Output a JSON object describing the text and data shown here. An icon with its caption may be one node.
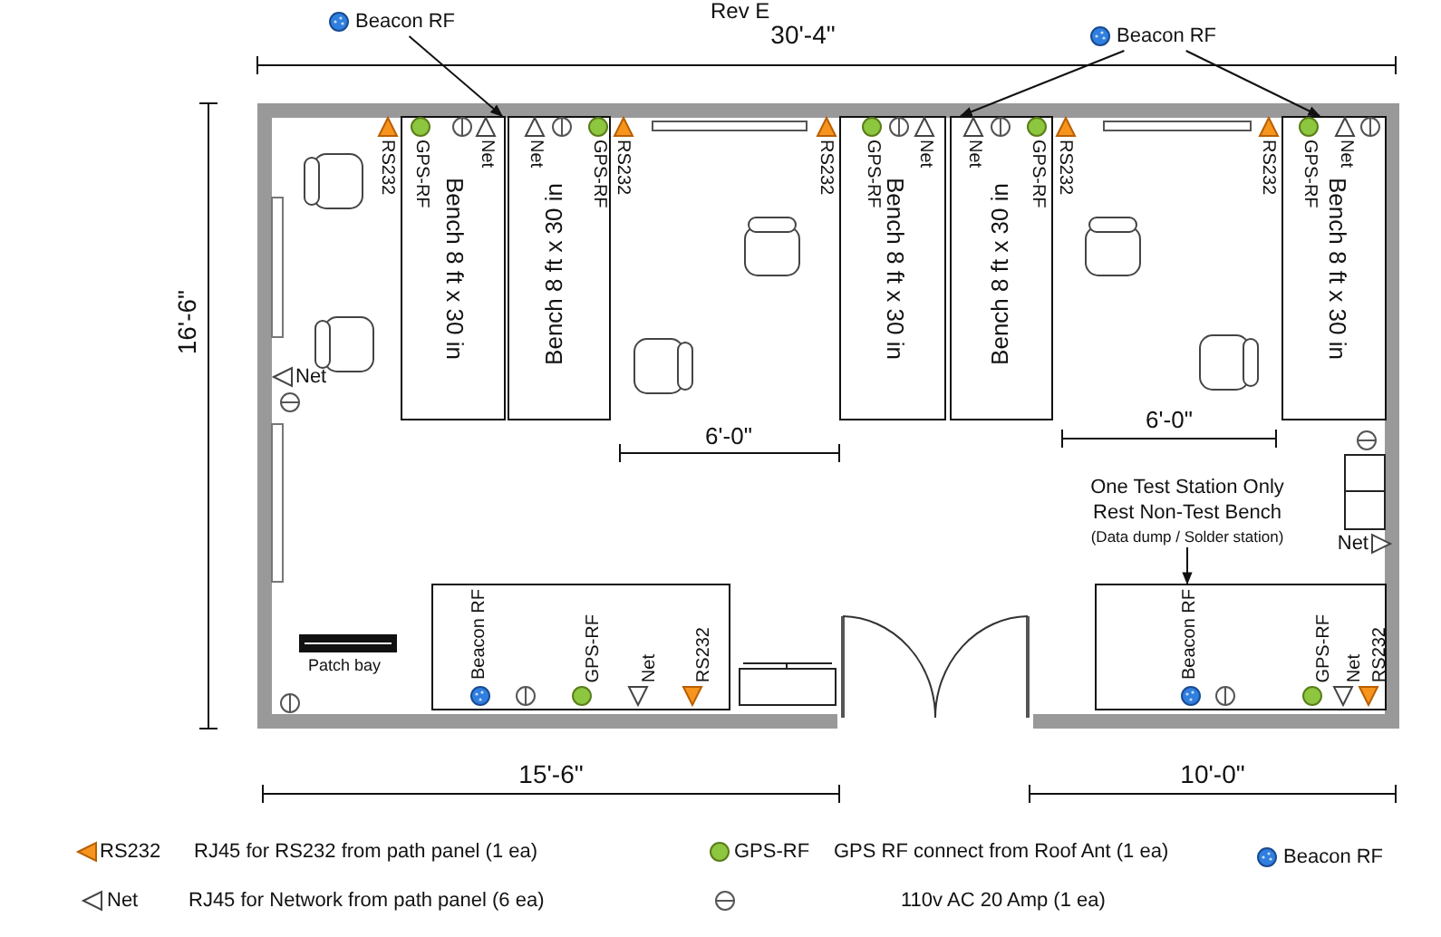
{
  "diagram": {
    "nodes": [
      {
        "text": [
          "Beacon RF"
        ]
      },
      {
        "text": [
          "Beacon RF"
        ]
      },
      {
        "text": [
          "GPS-RF",
          "Bench 8 ft x 30 in",
          "Net"
        ],
        "beside": [
          "RS232"
        ]
      },
      {
        "text": [
          "Net",
          "Bench 8 ft x 30 in",
          "GPS-RF"
        ],
        "beside": [
          "RS232"
        ]
      },
      {
        "text": [
          "GPS-RF",
          "Bench 8 ft x 30 in",
          "Net"
        ],
        "beside": [
          "RS232"
        ]
      },
      {
        "text": [
          "Net",
          "Bench 8 ft x 30 in",
          "GPS-RF"
        ],
        "beside": [
          "RS232"
        ]
      },
      {
        "text": [
          "GPS-RF",
          "Net",
          "Bench 8 ft x 30 in"
        ],
        "beside": [
          "RS232"
        ]
      },
      {
        "text": [
          "One Test Station Only Rest Non-Test Bench",
          "(Data dump / Solder station)"
        ]
      },
      {
        "text": [
          "Beacon RF",
          "GPS-RF",
          "Net",
          "RS232"
        ]
      },
      {
        "text": [
          "Beacon RF",
          "GPS-RF",
          "Net",
          "RS232"
        ]
      }
    ],
    "edges": [
      {
        "from": 0,
        "to": 2,
        "arrow": "to"
      },
      {
        "from": 1,
        "to": 5,
        "arrow": "to"
      },
      {
        "from": 1,
        "to": 6,
        "arrow": "to"
      },
      {
        "from": 7,
        "to": 9,
        "arrow": "to"
      }
    ],
    "labels": [
      "Rev E",
      "30'-4\"",
      "16'-6\"",
      "Net",
      "6'-0\"",
      "6'-0\"",
      "Net",
      "Patch bay",
      "15'-6\"",
      "10'-0\""
    ],
    "legend": [
      {
        "text": "RS232"
      },
      {
        "text": "RJ45 for RS232 from path panel (1 ea)"
      },
      {
        "text": "GPS-RF"
      },
      {
        "text": "GPS RF connect from Roof Ant (1 ea)"
      },
      {
        "text": "Beacon RF"
      },
      {
        "text": "Net"
      },
      {
        "text": "RJ45 for Network from path panel (6 ea)"
      },
      {
        "text": "110v AC 20 Amp (1 ea)"
      }
    ]
  }
}
